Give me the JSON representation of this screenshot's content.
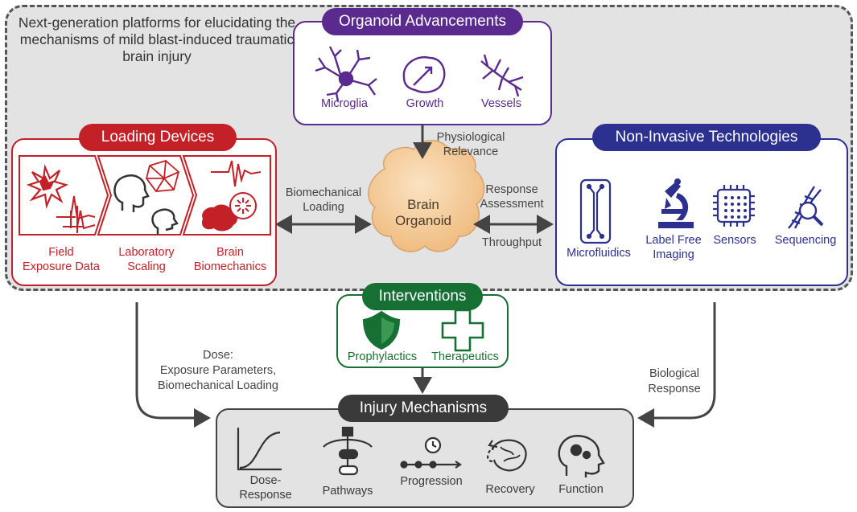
{
  "title": "Next-generation platforms for elucidating the mechanisms of mild blast-induced traumatic brain injury",
  "organoid_advancements": {
    "header": "Organoid Advancements",
    "items": [
      "Microglia",
      "Growth",
      "Vessels"
    ]
  },
  "loading_devices": {
    "header": "Loading Devices",
    "items": [
      {
        "line1": "Field",
        "line2": "Exposure Data"
      },
      {
        "line1": "Laboratory",
        "line2": "Scaling"
      },
      {
        "line1": "Brain",
        "line2": "Biomechanics"
      }
    ]
  },
  "non_invasive": {
    "header": "Non-Invasive Technologies",
    "items": [
      {
        "line1": "Microfluidics",
        "line2": ""
      },
      {
        "line1": "Label Free",
        "line2": "Imaging"
      },
      {
        "line1": "Sensors",
        "line2": ""
      },
      {
        "line1": "Sequencing",
        "line2": ""
      }
    ]
  },
  "brain_organoid": {
    "line1": "Brain",
    "line2": "Organoid"
  },
  "connectors": {
    "physiological": {
      "line1": "Physiological",
      "line2": "Relevance"
    },
    "biomechanical": {
      "line1": "Biomechanical",
      "line2": "Loading"
    },
    "response": {
      "line1": "Response",
      "line2": "Assessment"
    },
    "throughput": "Throughput",
    "dose": {
      "line1": "Dose:",
      "line2": "Exposure Parameters,",
      "line3": "Biomechanical Loading"
    },
    "biological": {
      "line1": "Biological",
      "line2": "Response"
    }
  },
  "interventions": {
    "header": "Interventions",
    "items": [
      "Prophylactics",
      "Therapeutics"
    ]
  },
  "injury_mechanisms": {
    "header": "Injury Mechanisms",
    "items": [
      {
        "line1": "Dose-",
        "line2": "Response"
      },
      {
        "line1": "Pathways",
        "line2": ""
      },
      {
        "line1": "Progression",
        "line2": ""
      },
      {
        "line1": "Recovery",
        "line2": ""
      },
      {
        "line1": "Function",
        "line2": ""
      }
    ]
  },
  "colors": {
    "purple": "#5b2a8f",
    "red": "#c42028",
    "blue": "#2c3190",
    "green": "#177033",
    "dark": "#3a3a3a",
    "organoid": "#f6d2a4"
  }
}
